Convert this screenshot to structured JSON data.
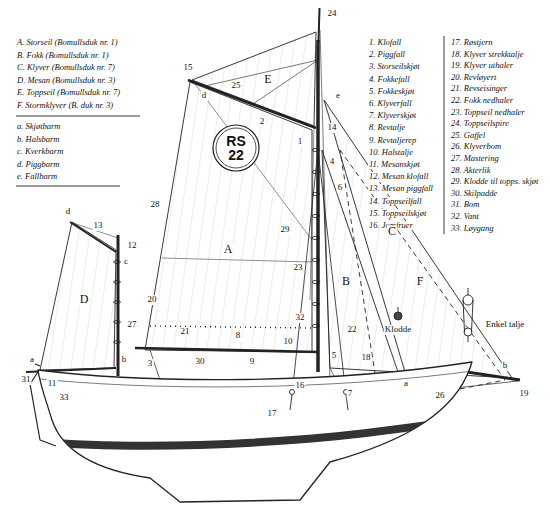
{
  "diagram": {
    "nodes": [
      {
        "text": [
          "RS 22"
        ]
      }
    ],
    "labels": [
      "A. Storseil (Bomullsduk nr. 1)",
      "B. Fokk (Bomullsduk nr. 1)",
      "C. Klyver (Bomullsduk nr. 7)",
      "D. Mesan (Bomullsduk nr. 3)",
      "E. Toppseil (Bomullsduk nr. 7)",
      "F. Stormklyver (B. duk nr. 3)",
      "a. Skjøtbarm",
      "b. Halsbarm",
      "c. Kverkbarm",
      "d. Piggbarm",
      "e. Fallbarm",
      "1. Klofall",
      "2. Piggfall",
      "3. Storseilskjøt",
      "4. Fokkefall",
      "5. Fokkeskjøt",
      "6. Klyverfall",
      "7. Klyverskjøt",
      "8. Revtalje",
      "9. Revtaljerep",
      "10. Halstalje",
      "11. Mesanskjøt",
      "12. Mesan klofall",
      "13. Mesan piggfall",
      "14. Toppseilfall",
      "15. Toppseilskjøt",
      "16. Jomfruer",
      "17. Røstjern",
      "18. Klyver strekktalje",
      "19. Klyver uthaler",
      "20. Revløyert",
      "21. Revseisinger",
      "22. Fokk nedhaler",
      "23. Toppseil nedhaler",
      "24. Toppseilspire",
      "25. Gaffel",
      "26. Klyverbom",
      "27. Mastering",
      "28. Akterlik",
      "29. Klodde til topps. skjøt",
      "30. Skilpadde",
      "31. Bom",
      "32. Vant",
      "33. Løygang",
      "E",
      "15",
      "d",
      "24",
      "14",
      "25",
      "2",
      "1",
      "4",
      "6",
      "e",
      "28",
      "29",
      "23",
      "32",
      "A",
      "B",
      "C",
      "F",
      "D",
      "20",
      "21",
      "8",
      "10",
      "22",
      "5",
      "30",
      "9",
      "3",
      "18",
      "16",
      "17",
      "7",
      "26",
      "19",
      "b",
      "a",
      "a",
      "b",
      "c",
      "d",
      "13",
      "12",
      "27",
      "11",
      "31",
      "33",
      "Klodde",
      "Enkel talje"
    ]
  }
}
